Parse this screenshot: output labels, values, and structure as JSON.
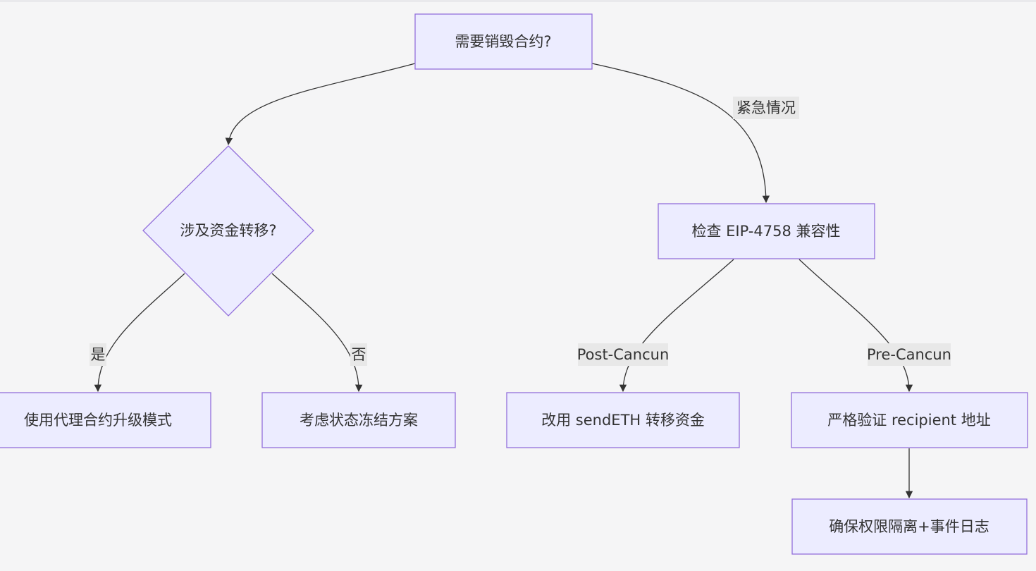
{
  "diagram": {
    "type": "flowchart",
    "colors": {
      "node_fill": "#ececff",
      "node_border": "#9370db",
      "edge": "#333333",
      "label_bg": "#e8e8e8",
      "background": "#f5f5f6"
    },
    "nodes": {
      "start": "需要销毁合约?",
      "decision": "涉及资金转移?",
      "check": "检查 EIP-4758 兼容性",
      "proxy": "使用代理合约升级模式",
      "freeze": "考虑状态冻结方案",
      "sendeth": "改用 sendETH 转移资金",
      "verify": "严格验证 recipient 地址",
      "isolate": "确保权限隔离+事件日志"
    },
    "edge_labels": {
      "emergency": "紧急情况",
      "yes": "是",
      "no": "否",
      "post": "Post-Cancun",
      "pre": "Pre-Cancun"
    }
  }
}
